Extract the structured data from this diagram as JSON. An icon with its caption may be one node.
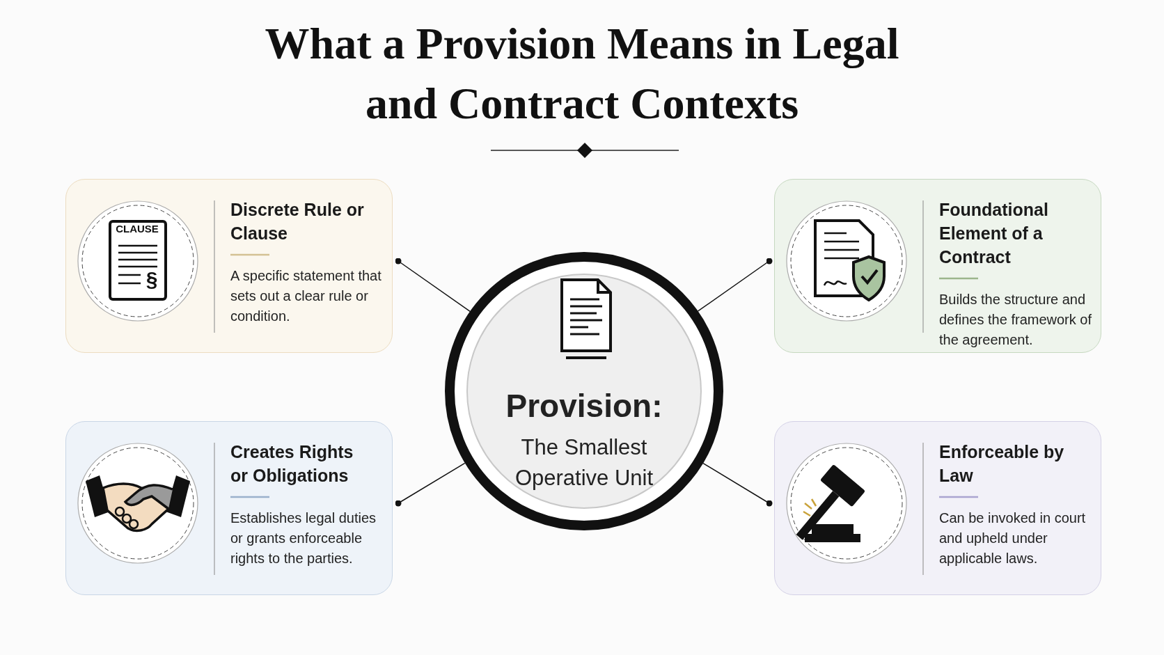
{
  "diagram": {
    "title": "What a Provision Means in Legal and Contract Contexts",
    "nodes": [
      {
        "text": [
          "Provision:",
          "The Smallest Operative Unit"
        ]
      },
      {
        "text": [
          "Discrete Rule or Clause",
          "A specific statement that sets out a clear rule or condition."
        ]
      },
      {
        "text": [
          "Foundational Element of a Contract",
          "Builds the structure and defines the framework of the agreement."
        ]
      },
      {
        "text": [
          "Creates Rights or Obligations",
          "Establishes legal duties or grants enforceable rights to the parties."
        ]
      },
      {
        "text": [
          "Enforceable by Law",
          "Can be invoked in court and upheld under applicable laws."
        ]
      }
    ],
    "edges": [
      {
        "from": 0,
        "to": 1,
        "arrow": "other"
      },
      {
        "from": 0,
        "to": 2,
        "arrow": "other"
      },
      {
        "from": 0,
        "to": 3,
        "arrow": "other"
      },
      {
        "from": 0,
        "to": 4,
        "arrow": "other"
      }
    ],
    "labels": [
      "CLAUSE",
      "§"
    ]
  }
}
